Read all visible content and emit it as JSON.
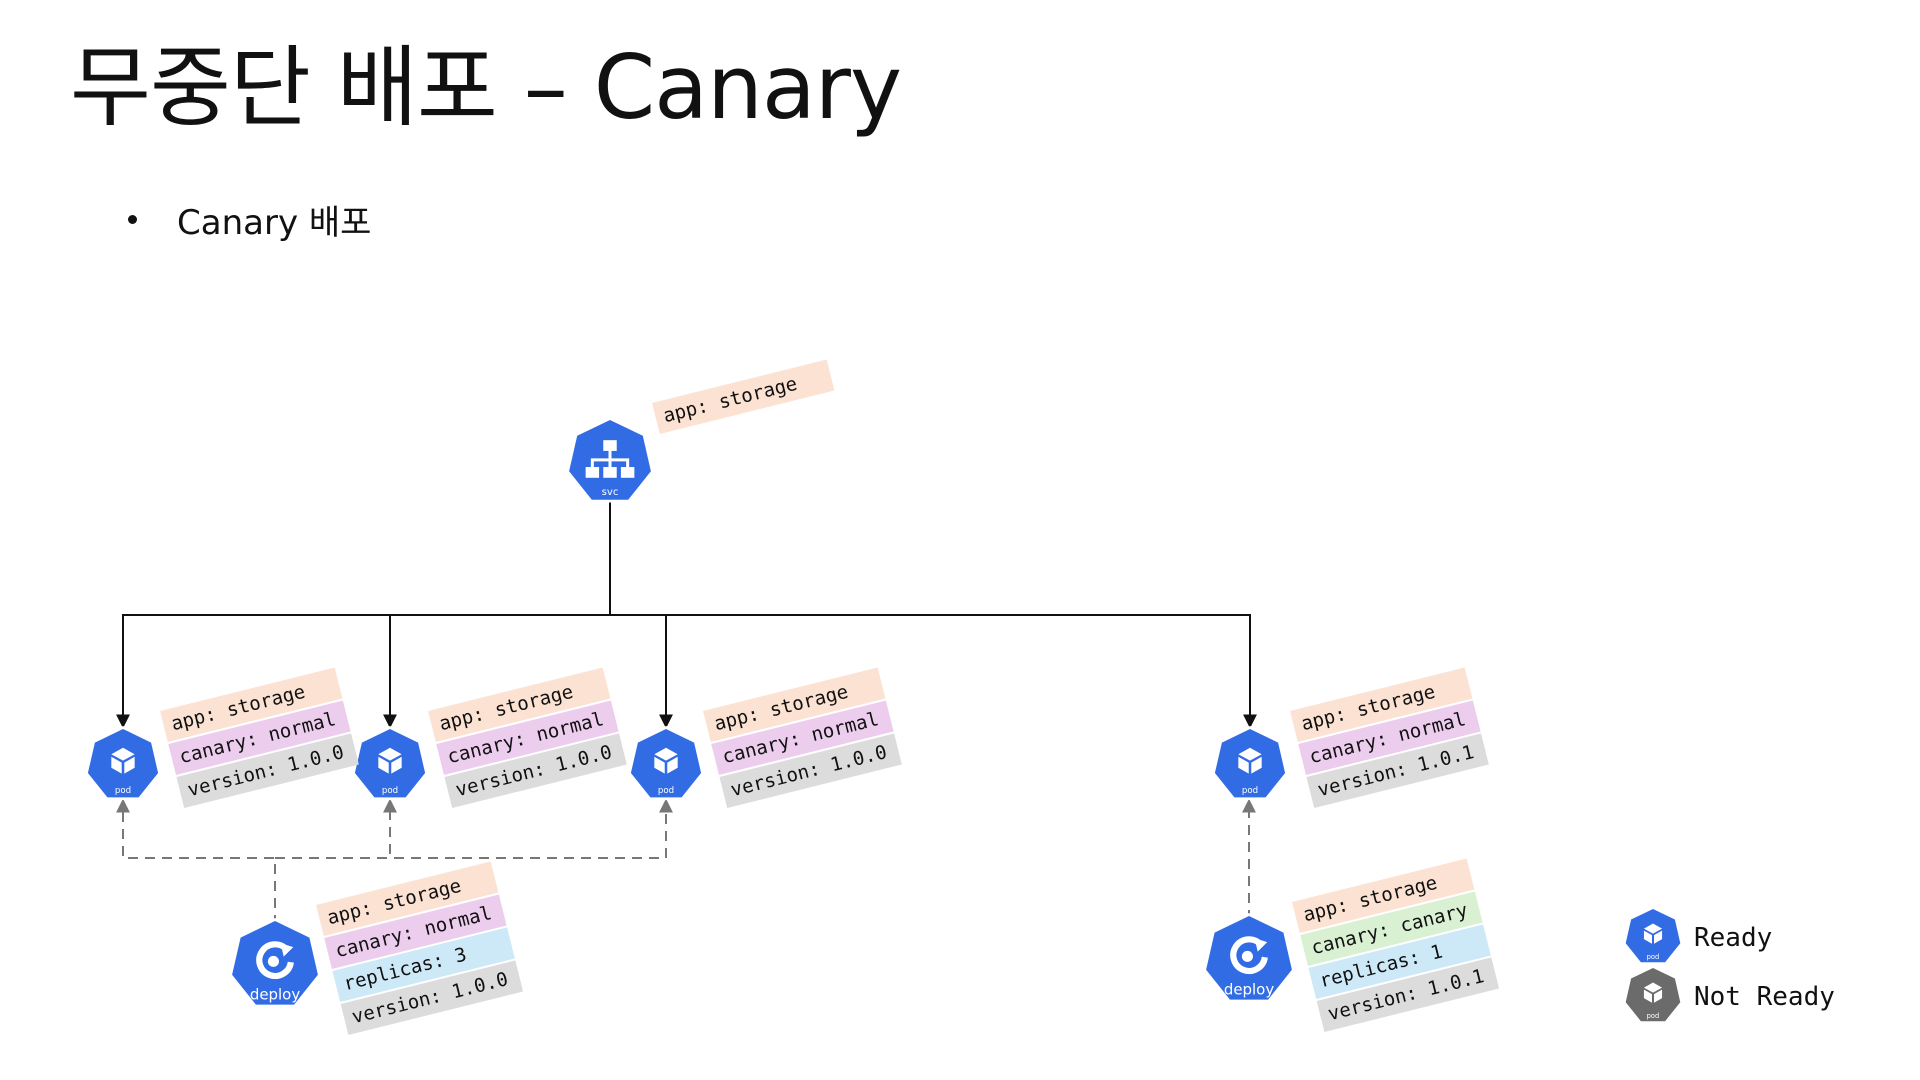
{
  "title": "무중단 배포 – Canary",
  "bullet": "Canary 배포",
  "colors": {
    "k8s_blue": "#326CE5",
    "not_ready_gray": "#6B6B6B",
    "label_app": "#FBE2D3",
    "label_canary_normal": "#EDCDEE",
    "label_canary_canary": "#D9F0D3",
    "label_replicas": "#CDE9F7",
    "label_version": "#DCDCDC"
  },
  "service": {
    "icon": "service-icon",
    "icon_label": "svc",
    "labels": [
      {
        "text": "app: storage",
        "kind": "app"
      }
    ]
  },
  "pods": [
    {
      "icon": "pod-icon",
      "icon_label": "pod",
      "status": "Ready",
      "labels": [
        {
          "text": "app: storage",
          "kind": "app"
        },
        {
          "text": "canary: normal",
          "kind": "canary_normal"
        },
        {
          "text": "version: 1.0.0",
          "kind": "version"
        }
      ]
    },
    {
      "icon": "pod-icon",
      "icon_label": "pod",
      "status": "Ready",
      "labels": [
        {
          "text": "app: storage",
          "kind": "app"
        },
        {
          "text": "canary: normal",
          "kind": "canary_normal"
        },
        {
          "text": "version: 1.0.0",
          "kind": "version"
        }
      ]
    },
    {
      "icon": "pod-icon",
      "icon_label": "pod",
      "status": "Ready",
      "labels": [
        {
          "text": "app: storage",
          "kind": "app"
        },
        {
          "text": "canary: normal",
          "kind": "canary_normal"
        },
        {
          "text": "version: 1.0.0",
          "kind": "version"
        }
      ]
    },
    {
      "icon": "pod-icon",
      "icon_label": "pod",
      "status": "Ready",
      "labels": [
        {
          "text": "app: storage",
          "kind": "app"
        },
        {
          "text": "canary: normal",
          "kind": "canary_normal"
        },
        {
          "text": "version: 1.0.1",
          "kind": "version"
        }
      ]
    }
  ],
  "deployments": [
    {
      "icon": "deploy-icon",
      "icon_label": "deploy",
      "labels": [
        {
          "text": "app: storage",
          "kind": "app"
        },
        {
          "text": "canary: normal",
          "kind": "canary_normal"
        },
        {
          "text": "replicas: 3",
          "kind": "replicas"
        },
        {
          "text": "version: 1.0.0",
          "kind": "version"
        }
      ]
    },
    {
      "icon": "deploy-icon",
      "icon_label": "deploy",
      "labels": [
        {
          "text": "app: storage",
          "kind": "app"
        },
        {
          "text": "canary: canary",
          "kind": "canary_canary"
        },
        {
          "text": "replicas: 1",
          "kind": "replicas"
        },
        {
          "text": "version: 1.0.1",
          "kind": "version"
        }
      ]
    }
  ],
  "legend": {
    "items": [
      {
        "label": "Ready",
        "icon": "pod-icon",
        "icon_label": "pod",
        "color_key": "k8s_blue"
      },
      {
        "label": "Not Ready",
        "icon": "pod-icon",
        "icon_label": "pod",
        "color_key": "not_ready_gray"
      }
    ]
  }
}
